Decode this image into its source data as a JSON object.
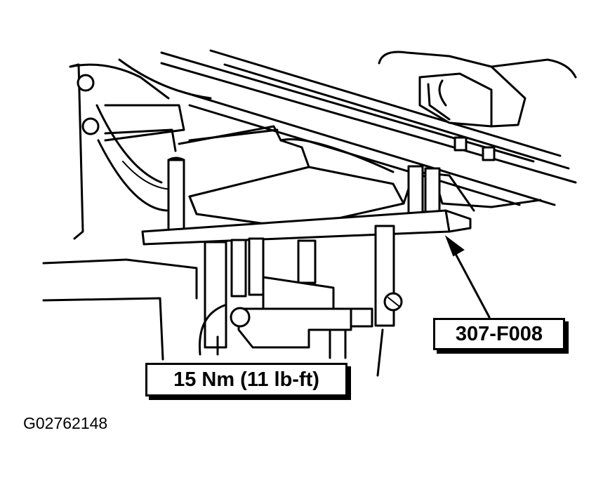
{
  "callouts": {
    "tool": "307-F008",
    "torque": "15 Nm (11 lb-ft)"
  },
  "figure_id": "G02762148",
  "icons": [
    "arrow-pointer-icon"
  ],
  "colors": {
    "line": "#000000",
    "background": "#ffffff",
    "shade": "#d8d8d8"
  }
}
